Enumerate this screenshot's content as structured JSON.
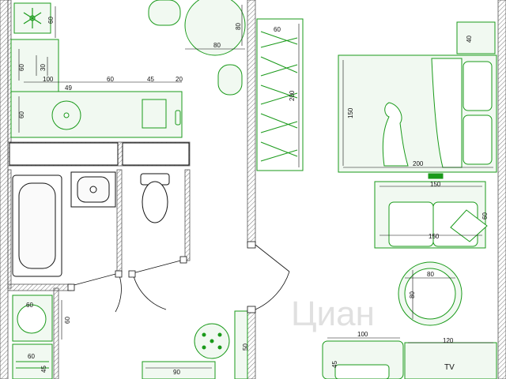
{
  "colors": {
    "wall": "#7a7a7a",
    "furniture": "#1a9a1a",
    "furniture_fill": "#f1f9f1",
    "text": "#111111",
    "watermark": "#c8c8c8"
  },
  "watermark": {
    "text": "Циан"
  },
  "labels": {
    "tv": "TV",
    "kitchen_top_width": "60",
    "kitchen_top_depth": "30",
    "kitchen_side_depth": "60",
    "kitchen_run_total": "100",
    "kitchen_dim_49": "49",
    "kitchen_dim_60": "60",
    "kitchen_dim_45": "45",
    "kitchen_dim_20": "20",
    "kitchen_sink_depth": "60",
    "table_width": "80",
    "table_depth": "80",
    "wardrobe_width": "60",
    "wardrobe_length": "200",
    "bed_width": "150",
    "bed_length": "200",
    "nightstand": "40",
    "bench_width": "150",
    "sofa_width": "150",
    "pillow": "60",
    "round_table_w": "80",
    "round_table_d": "80",
    "washer_width": "60",
    "washer_depth": "60",
    "shelf_width": "60",
    "shelf_depth": "45",
    "hall_cabinet_width": "90",
    "hall_cabinet_depth": "50",
    "desk_width": "100",
    "desk_depth": "45",
    "tv_stand_width": "120"
  }
}
